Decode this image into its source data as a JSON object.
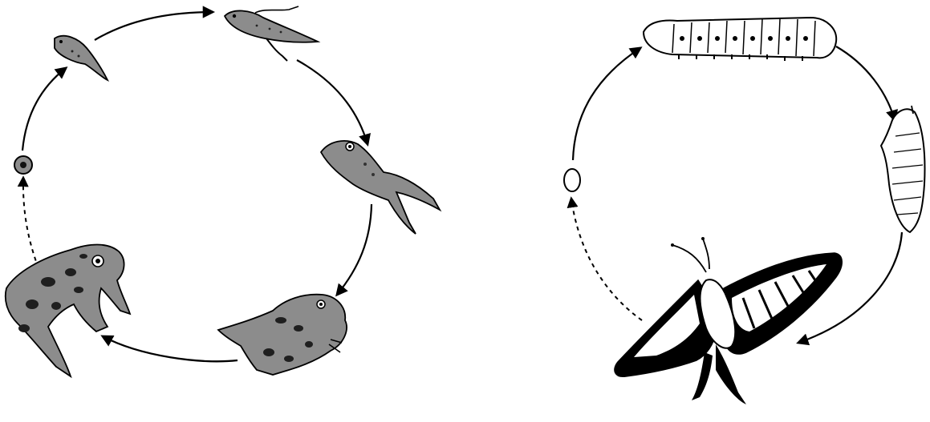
{
  "diagrams": [
    {
      "name": "frog-life-cycle",
      "stages": [
        "egg",
        "tadpole",
        "tadpole-with-legs",
        "froglet",
        "young-frog",
        "adult-frog"
      ]
    },
    {
      "name": "butterfly-life-cycle",
      "stages": [
        "egg",
        "caterpillar",
        "chrysalis",
        "butterfly"
      ]
    }
  ],
  "colors": {
    "line": "#000000",
    "frog_fill": "#8c8c8c",
    "frog_spot": "#1f1f1f",
    "butterfly_light": "#ffffff",
    "butterfly_dark": "#000000"
  }
}
